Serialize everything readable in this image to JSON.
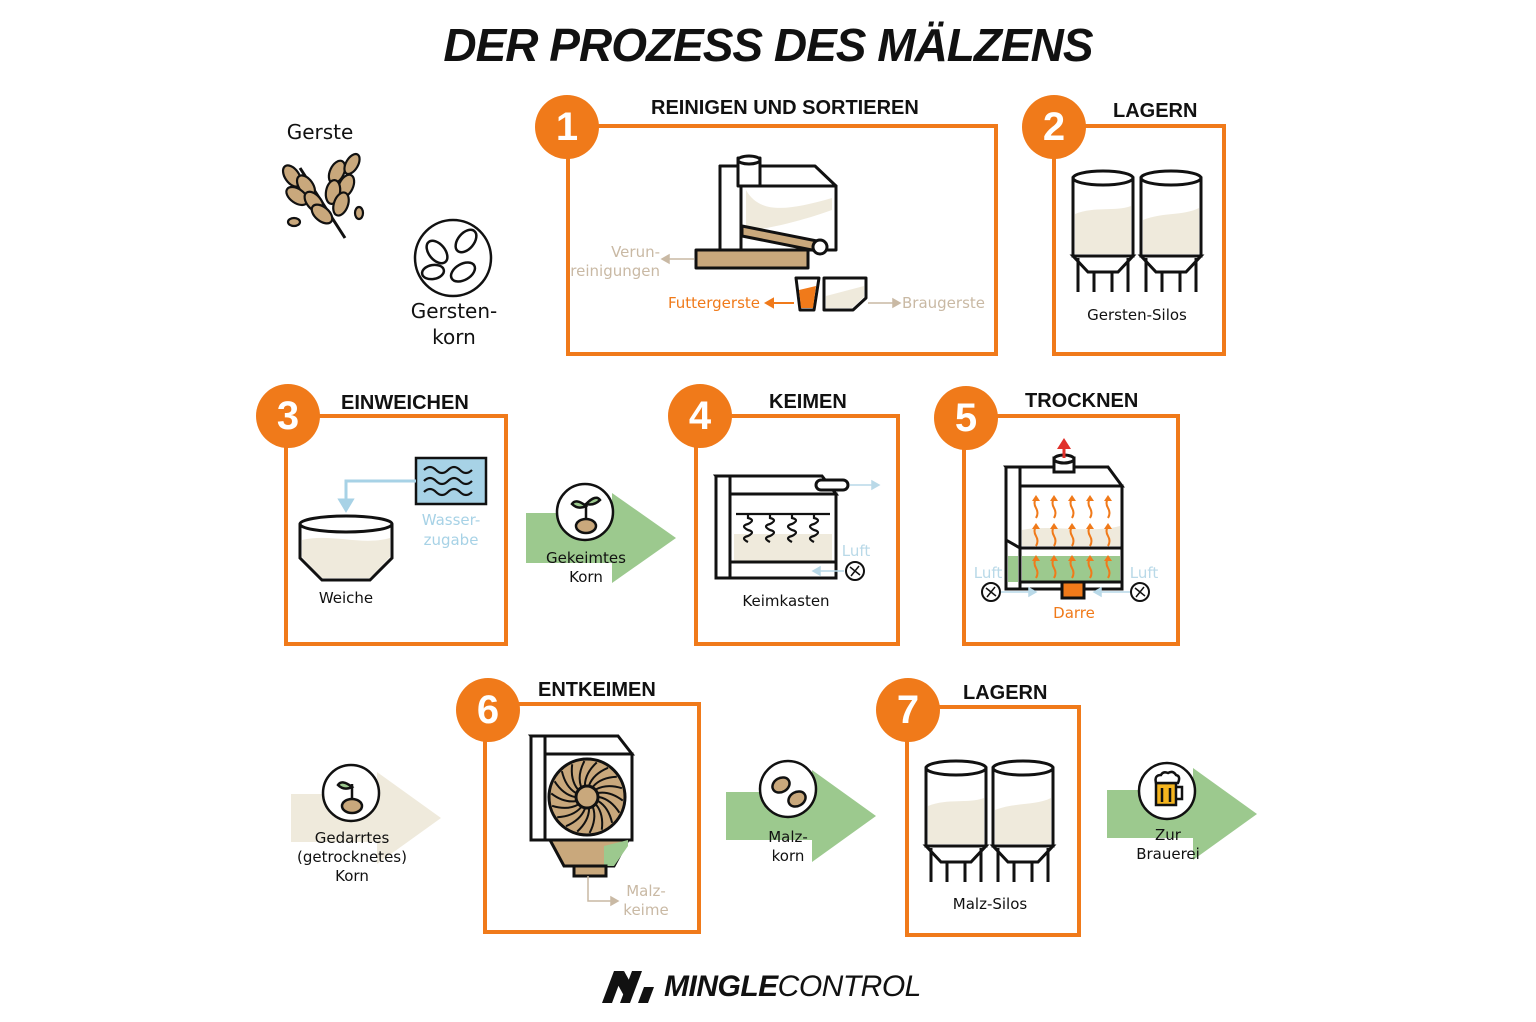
{
  "title": {
    "prefix": "DER PROZESS DES ",
    "highlight": "MÄLZENS"
  },
  "inputs": {
    "barley": "Gerste",
    "grain": "Gersten-\nkorn"
  },
  "steps": [
    {
      "number": "1",
      "title": "REINIGEN UND SORTIEREN"
    },
    {
      "number": "2",
      "title": "LAGERN"
    },
    {
      "number": "3",
      "title": "EINWEICHEN"
    },
    {
      "number": "4",
      "title": "KEIMEN"
    },
    {
      "number": "5",
      "title": "TROCKNEN"
    },
    {
      "number": "6",
      "title": "ENTKEIMEN"
    },
    {
      "number": "7",
      "title": "LAGERN"
    }
  ],
  "step1": {
    "impurities": "Verun-\nreinigungen",
    "feed_barley": "Futtergerste",
    "brewing_barley": "Braugerste"
  },
  "step2": {
    "silos": "Gersten-Silos"
  },
  "step3": {
    "water": "Wasser-\nzugabe",
    "steep": "Weiche"
  },
  "step4": {
    "air": "Luft",
    "box": "Keimkasten"
  },
  "step5": {
    "air_left": "Luft",
    "air_right": "Luft",
    "kiln": "Darre"
  },
  "step6": {
    "rootlets": "Malz-\nkeime"
  },
  "step7": {
    "silos": "Malz-Silos"
  },
  "arrows": {
    "germinated": "Gekeimtes\nKorn",
    "kilned": "Gedarrtes\n(getrocknetes)\nKorn",
    "malt": "Malz-\nkorn",
    "brewery": "Zur\nBrauerei"
  },
  "brand": {
    "bold": "MINGLE",
    "light": "CONTROL"
  },
  "colors": {
    "orange": "#f07a1a",
    "green": "#9cc98e",
    "beige": "#efeadc",
    "brown": "#c9a87c",
    "blue": "#a7d2e6",
    "red": "#e0312b"
  }
}
